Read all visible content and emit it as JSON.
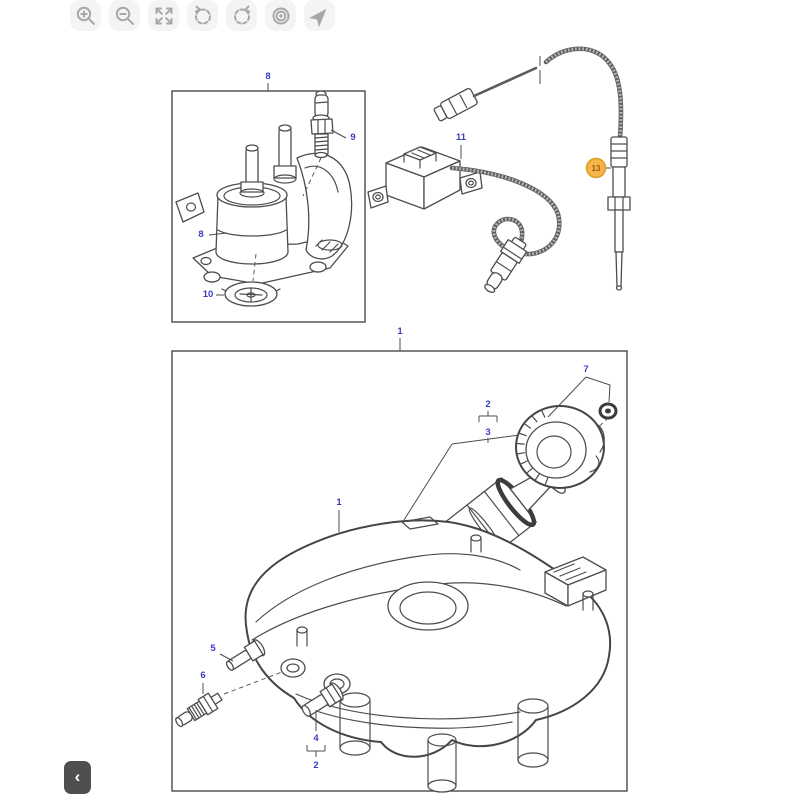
{
  "toolbar": {
    "buttons": [
      {
        "name": "zoom-in"
      },
      {
        "name": "zoom-out"
      },
      {
        "name": "fit-to-screen"
      },
      {
        "name": "rotate-counterclockwise"
      },
      {
        "name": "rotate-clockwise"
      },
      {
        "name": "center-view"
      },
      {
        "name": "pointer-navigate"
      }
    ]
  },
  "colors": {
    "line_art": "#4a4a4a",
    "callout_text": "#3c3cc0",
    "highlight_fill": "#f6b44b",
    "highlight_border": "#df9a22",
    "highlight_text": "#935d00",
    "icon": "#a8a8a8",
    "side_button_bg": "#4f4f4f"
  },
  "diagram": {
    "housing_box": {
      "frame_label": "8",
      "callout_sensor": "9",
      "callout_housing": "8",
      "callout_strainer": "10"
    },
    "sensor_group": {
      "callout_nox_sensor": "11",
      "callout_temp_sensor": "13"
    },
    "pump_box": {
      "frame_label": "1",
      "callout_cap_group": "7",
      "callout_filter_kit": "2",
      "callout_filter": "3",
      "callout_pump": "1",
      "callout_fitting": "5",
      "callout_plug": "6",
      "callout_elbow": "4",
      "callout_elbow_kit": "2"
    }
  },
  "side_panel": {
    "toggle_glyph": "‹"
  }
}
